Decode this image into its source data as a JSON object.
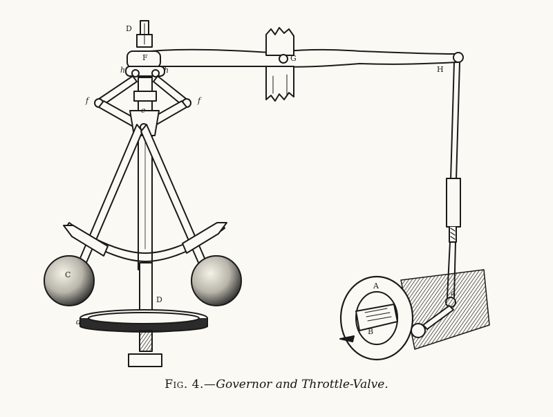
{
  "labels": {
    "D_top": "D",
    "F": "F",
    "G": "G",
    "H": "H",
    "h_left": "h",
    "h_right": "h",
    "f_left": "f",
    "f_right": "f",
    "e": "e",
    "C": "C",
    "D_mid": "D",
    "d": "d",
    "a": "a",
    "A": "A",
    "B": "B"
  },
  "caption": {
    "figure": "Fig. 4.—",
    "title": "Governor and Throttle-Valve."
  },
  "colors": {
    "ink": "#1a1a1a",
    "paper": "#fbf9f3"
  }
}
